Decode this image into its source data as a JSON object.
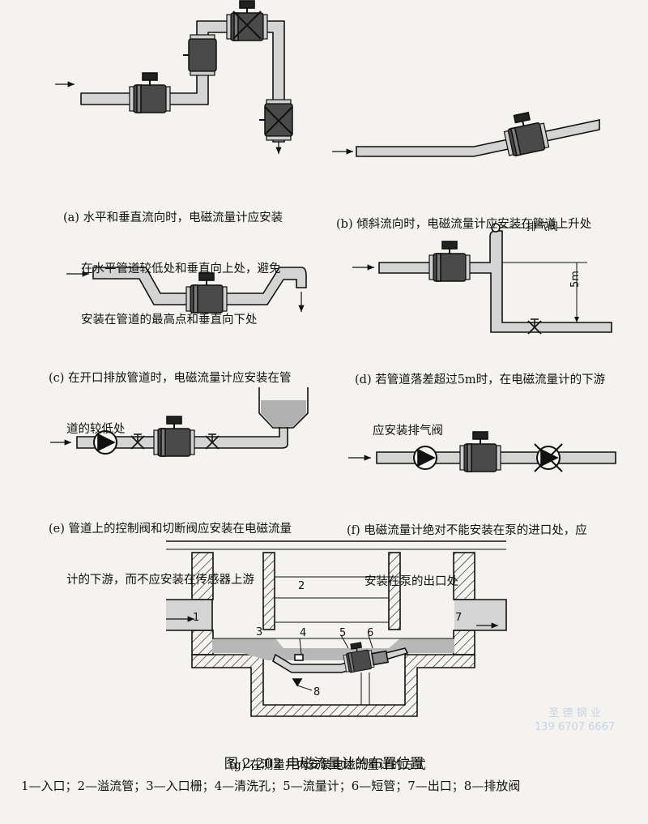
{
  "captions": {
    "a": [
      "(a) 水平和垂直流向时，电磁流量计应安装",
      "在水平管道较低处和垂直向上处，避免",
      "安装在管道的最高点和垂直向下处"
    ],
    "b": [
      "(b) 倾斜流向时，电磁流量计应安装在管道上升处"
    ],
    "c": [
      "(c) 在开口排放管道时，电磁流量计应安装在管",
      "道的较低处"
    ],
    "d": [
      "(d) 若管道落差超过5m时，在电磁流量计的下游",
      "应安装排气阀"
    ],
    "e": [
      "(e) 管道上的控制阀和切断阀应安装在电磁流量",
      "计的下游，而不应安装在传感器上游"
    ],
    "f": [
      "(f) 电磁流量计绝对不能安装在泵的进口处，应",
      "安装在泵的出口处"
    ],
    "g": "(g) 在测量井内安装电磁流量计的方式"
  },
  "labels": {
    "exhaust_valve": "排气阀",
    "height": "5m",
    "n1": "1",
    "n2": "2",
    "n3": "3",
    "n4": "4",
    "n5": "5",
    "n6": "6",
    "n7": "7",
    "n8": "8"
  },
  "figure_title": "图 2.202   电磁流量计的布置位置",
  "legend": "1—入口；2—溢流管；3—入口栅；4—清洗孔；5—流量计；6—短管；7—出口；8—排放阀",
  "watermark": [
    "圣 德 钢 业",
    "139 6707 6667"
  ]
}
